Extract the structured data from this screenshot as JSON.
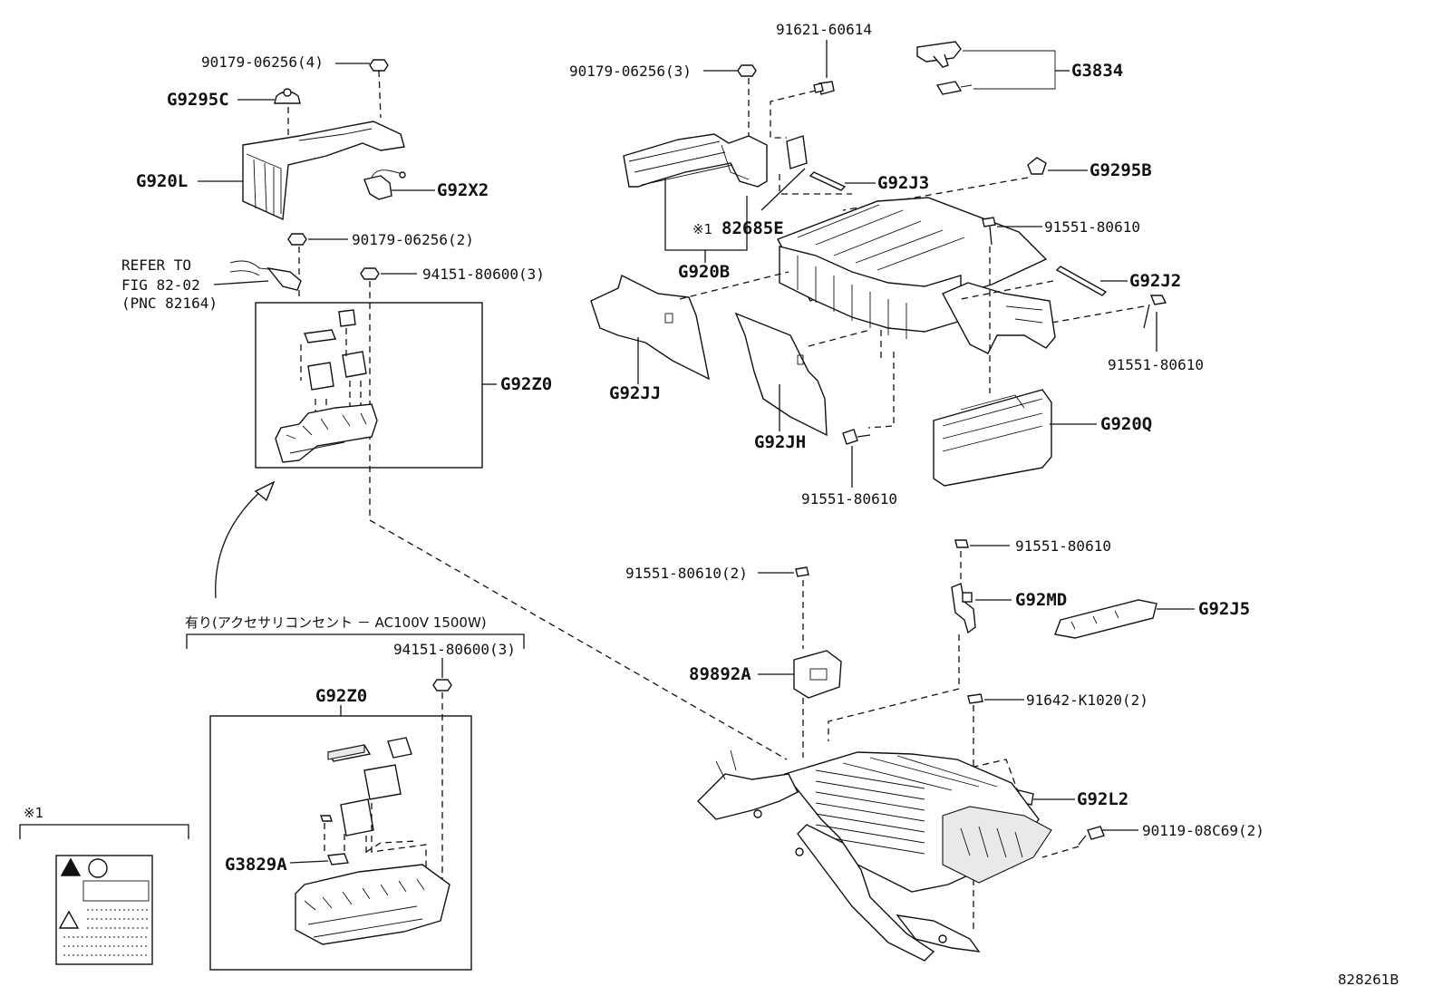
{
  "labels": {
    "p90179_4": "90179-06256(4)",
    "g9295c": "G9295C",
    "g920l": "G920L",
    "g92x2": "G92X2",
    "p90179_2": "90179-06256(2)",
    "refer1": "REFER TO",
    "refer2": "FIG 82-02",
    "refer3": "(PNC 82164)",
    "p94151_top": "94151-80600(3)",
    "g92z0_top": "G92Z0",
    "p91621": "91621-60614",
    "p90179_3": "90179-06256(3)",
    "g3834": "G3834",
    "g92j3": "G92J3",
    "g9295b": "G9295B",
    "note1_mark": "※1",
    "p82685e": "82685E",
    "p91551_a": "91551-80610",
    "g920b": "G920B",
    "g92j2": "G92J2",
    "p91551_b": "91551-80610",
    "g92jj": "G92JJ",
    "g92jh": "G92JH",
    "g920q": "G920Q",
    "p91551_c": "91551-80610",
    "p91551_d": "91551-80610",
    "p91551_2": "91551-80610(2)",
    "g92md": "G92MD",
    "g92j5": "G92J5",
    "jp_note": "有り(アクセサリコンセント － AC100V 1500W)",
    "p94151_bot": "94151-80600(3)",
    "p89892a": "89892A",
    "g92z0_bot": "G92Z0",
    "p91642": "91642-K1020(2)",
    "g92l2": "G92L2",
    "p90119": "90119-08C69(2)",
    "g3829a": "G3829A",
    "note1_left": "※1",
    "fig_code": "828261B"
  }
}
